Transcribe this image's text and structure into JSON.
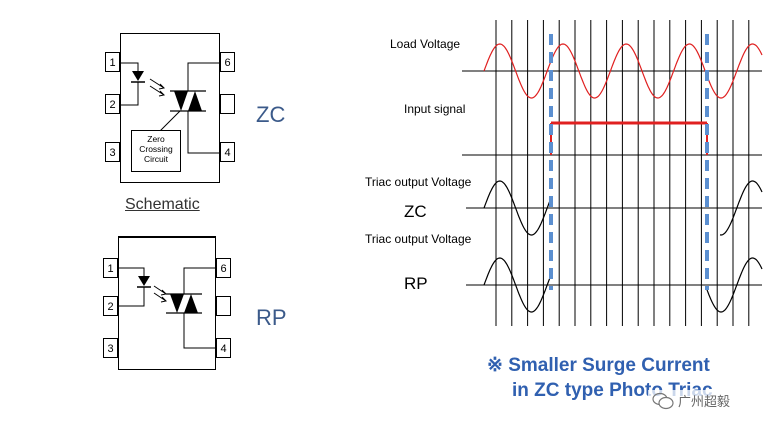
{
  "zc_label": "ZC",
  "rp_label": "RP",
  "schematic_caption": "Schematic",
  "zero_crossing": {
    "line1": "Zero",
    "line2": "Crossing",
    "line3": "Circuit"
  },
  "zc_chip": {
    "pins_left": [
      "1",
      "2",
      "3"
    ],
    "pins_right": [
      "6",
      "4"
    ]
  },
  "rp_chip": {
    "pins_left": [
      "1",
      "2",
      "3"
    ],
    "pins_right": [
      "6",
      "4"
    ]
  },
  "waveform": {
    "load_voltage_label": "Load Voltage",
    "input_signal_label": "Input  signal",
    "triac_zc_label": "Triac output Voltage",
    "zc_tag": "ZC",
    "triac_rp_label": "Triac output Voltage",
    "rp_tag": "RP"
  },
  "note": {
    "line1": "※ Smaller Surge Current",
    "line2": "in ZC type Photo Triac"
  },
  "watermark": "广州超毅",
  "colors": {
    "load_wave": "#e02020",
    "input_signal": "#e02020",
    "marker": "#5b8fd0",
    "label_blue": "#3b5a8a"
  }
}
